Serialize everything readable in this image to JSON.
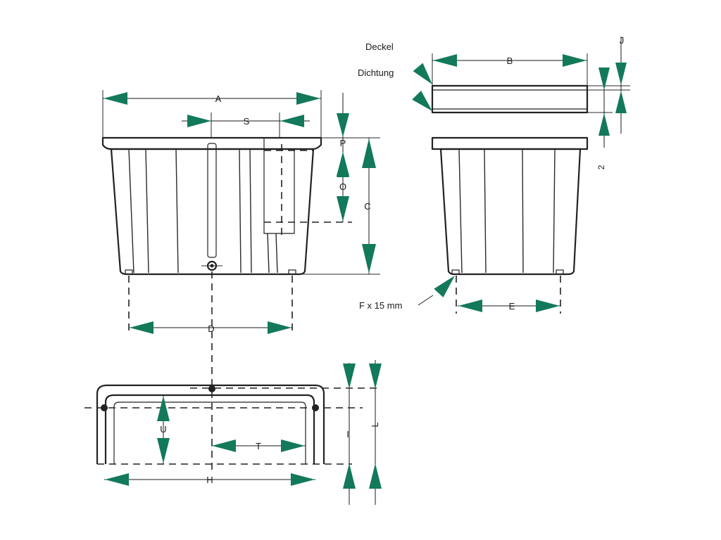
{
  "colors": {
    "accent": "#13795b",
    "line": "#222222",
    "background": "#ffffff"
  },
  "labels": {
    "deckel": "Deckel",
    "dichtung": "Dichtung",
    "f15": "F x 15 mm"
  },
  "dims": {
    "A": "A",
    "B": "B",
    "C": "C",
    "D": "D",
    "E": "E",
    "H": "H",
    "I": "I",
    "J": "J",
    "L": "L",
    "O": "O",
    "P": "P",
    "S": "S",
    "T": "T",
    "U": "U",
    "Z": "2"
  }
}
